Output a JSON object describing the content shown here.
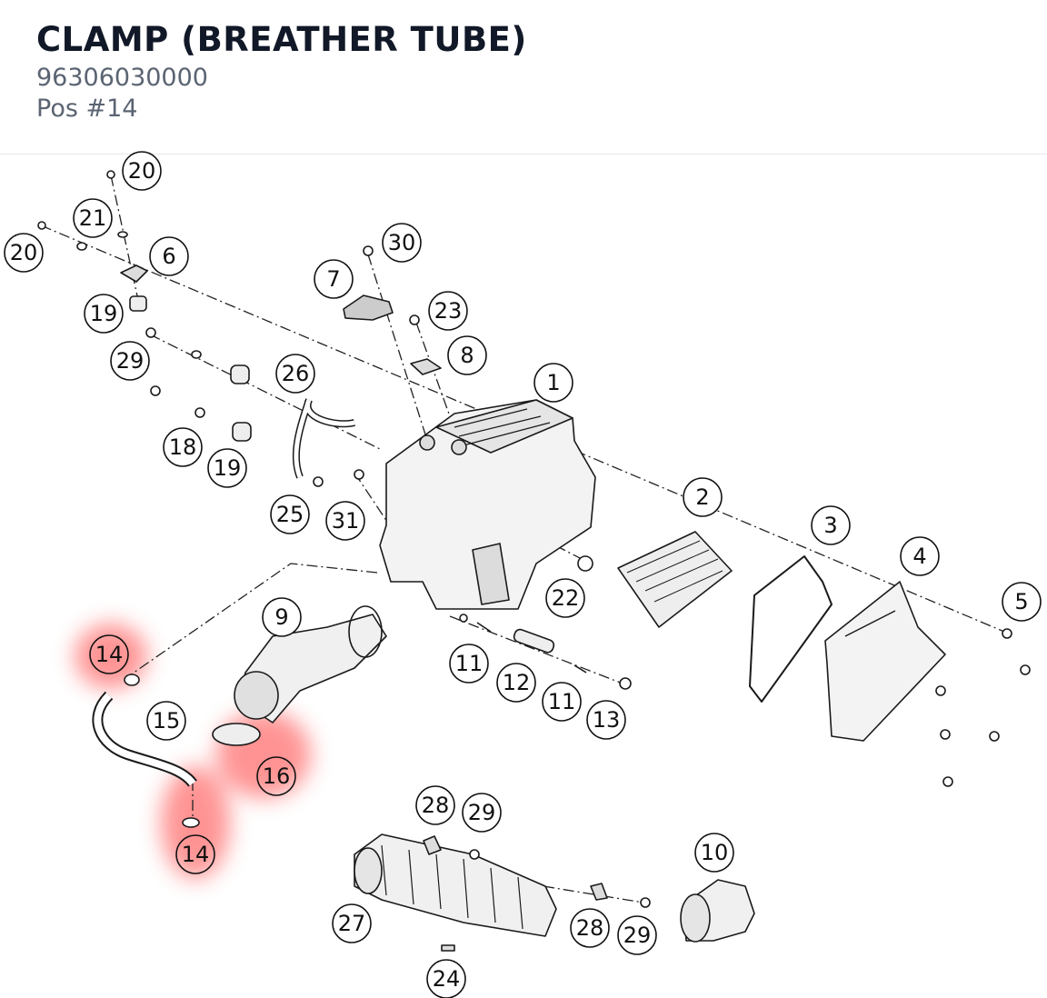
{
  "part": {
    "title": "CLAMP (BREATHER TUBE)",
    "number": "96306030000",
    "position": "Pos #14"
  },
  "highlight_color": "#ff4d4d",
  "highlighted_label": "14",
  "callouts": [
    {
      "label": "20",
      "highlighted": false
    },
    {
      "label": "21",
      "highlighted": false
    },
    {
      "label": "20",
      "highlighted": false
    },
    {
      "label": "6",
      "highlighted": false
    },
    {
      "label": "19",
      "highlighted": false
    },
    {
      "label": "29",
      "highlighted": false
    },
    {
      "label": "26",
      "highlighted": false
    },
    {
      "label": "18",
      "highlighted": false
    },
    {
      "label": "19",
      "highlighted": false
    },
    {
      "label": "25",
      "highlighted": false
    },
    {
      "label": "31",
      "highlighted": false
    },
    {
      "label": "30",
      "highlighted": false
    },
    {
      "label": "7",
      "highlighted": false
    },
    {
      "label": "23",
      "highlighted": false
    },
    {
      "label": "8",
      "highlighted": false
    },
    {
      "label": "1",
      "highlighted": false
    },
    {
      "label": "2",
      "highlighted": false
    },
    {
      "label": "3",
      "highlighted": false
    },
    {
      "label": "4",
      "highlighted": false
    },
    {
      "label": "5",
      "highlighted": false
    },
    {
      "label": "22",
      "highlighted": false
    },
    {
      "label": "9",
      "highlighted": false
    },
    {
      "label": "14",
      "highlighted": true
    },
    {
      "label": "15",
      "highlighted": false
    },
    {
      "label": "16",
      "highlighted": true
    },
    {
      "label": "14",
      "highlighted": true
    },
    {
      "label": "11",
      "highlighted": false
    },
    {
      "label": "12",
      "highlighted": false
    },
    {
      "label": "11",
      "highlighted": false
    },
    {
      "label": "13",
      "highlighted": false
    },
    {
      "label": "28",
      "highlighted": false
    },
    {
      "label": "29",
      "highlighted": false
    },
    {
      "label": "10",
      "highlighted": false
    },
    {
      "label": "27",
      "highlighted": false
    },
    {
      "label": "28",
      "highlighted": false
    },
    {
      "label": "29",
      "highlighted": false
    },
    {
      "label": "24",
      "highlighted": false
    }
  ]
}
